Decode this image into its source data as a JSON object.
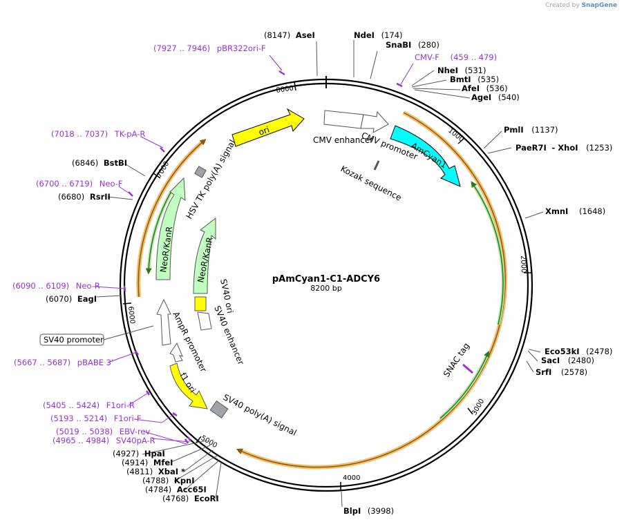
{
  "watermark": {
    "prefix": "Created by",
    "brand": "SnapGene"
  },
  "plasmid": {
    "name": "pAmCyan1-C1-ADCY6",
    "size_label": "8200 bp",
    "length": 8200
  },
  "colors": {
    "backbone": "#000000",
    "primer": "#9b30d6",
    "orf_outline": "#f0b050",
    "ori": "#ffff00",
    "cyan": "#00ffff",
    "neo": "#c0ffc0",
    "marker": "#2a7a1a",
    "gray": "#a0a4a8"
  },
  "ticks": [
    {
      "label": "1000"
    },
    {
      "label": "2000"
    },
    {
      "label": "3000"
    },
    {
      "label": "4000"
    },
    {
      "label": "5000"
    },
    {
      "label": "6000"
    },
    {
      "label": "7000"
    },
    {
      "label": "8000"
    }
  ],
  "enzymes": [
    {
      "pos": "(8147)",
      "name": "AseI"
    },
    {
      "pos": "(174)",
      "name": "NdeI"
    },
    {
      "pos": "(280)",
      "name": "SnaBI"
    },
    {
      "pos": "(531)",
      "name": "NheI"
    },
    {
      "pos": "(535)",
      "name": "BmtI"
    },
    {
      "pos": "(536)",
      "name": "AfeI"
    },
    {
      "pos": "(540)",
      "name": "AgeI"
    },
    {
      "pos": "(1137)",
      "name": "PmlI"
    },
    {
      "pos": "(1253)",
      "name": "PaeR7I",
      "name2": "- XhoI"
    },
    {
      "pos": "(1648)",
      "name": "XmnI"
    },
    {
      "pos": "(2478)",
      "name": "Eco53kI"
    },
    {
      "pos": "(2480)",
      "name": "SacI"
    },
    {
      "pos": "(2578)",
      "name": "SrfI"
    },
    {
      "pos": "(3998)",
      "name": "BlpI"
    },
    {
      "pos": "(6846)",
      "name": "BstBI"
    },
    {
      "pos": "(6680)",
      "name": "RsrII"
    },
    {
      "pos": "(6070)",
      "name": "EagI"
    },
    {
      "pos": "(4927)",
      "name": "HpaI"
    },
    {
      "pos": "(4914)",
      "name": "MfeI"
    },
    {
      "pos": "(4811)",
      "name": "XbaI *"
    },
    {
      "pos": "(4788)",
      "name": "KpnI"
    },
    {
      "pos": "(4784)",
      "name": "Acc65I"
    },
    {
      "pos": "(4768)",
      "name": "EcoRI"
    }
  ],
  "primers": [
    {
      "range": "(7927 .. 7946)",
      "name": "pBR322ori-F"
    },
    {
      "name": "CMV-F",
      "range": "(459 .. 479)"
    },
    {
      "range": "(7018 .. 7037)",
      "name": "TK-pA-R"
    },
    {
      "range": "(6700 .. 6719)",
      "name": "Neo-F"
    },
    {
      "range": "(6090 .. 6109)",
      "name": "Neo-R"
    },
    {
      "range": "(5667 .. 5687)",
      "name": "pBABE 3'"
    },
    {
      "range": "(5405 .. 5424)",
      "name": "F1ori-R"
    },
    {
      "range": "(5193 .. 5214)",
      "name": "F1ori-F"
    },
    {
      "range": "(5019 .. 5038)",
      "name": "EBV-rev"
    },
    {
      "range": "(4965 .. 4984)",
      "name": "SV40pA-R"
    }
  ],
  "features": {
    "ori": "ori",
    "cmv_enhancer": "CMV enhancer",
    "cmv_promoter": "CMV promoter",
    "amcyan1": "AmCyan1",
    "kozak": "Kozak sequence",
    "hsv_tk": "HSV TK poly(A) signal",
    "neo_outer": "NeoR/KanR",
    "neo_inner": "NeoR/KanR",
    "sv40_ori": "SV40 ori",
    "sv40_enhancer": "SV40 enhancer",
    "ampr_promoter": "AmpR promoter",
    "f1_ori": "f1 ori",
    "sv40_polya": "SV40 poly(A) signal",
    "snac": "SNAC tag",
    "sv40_promoter_box": "SV40 promoter"
  }
}
